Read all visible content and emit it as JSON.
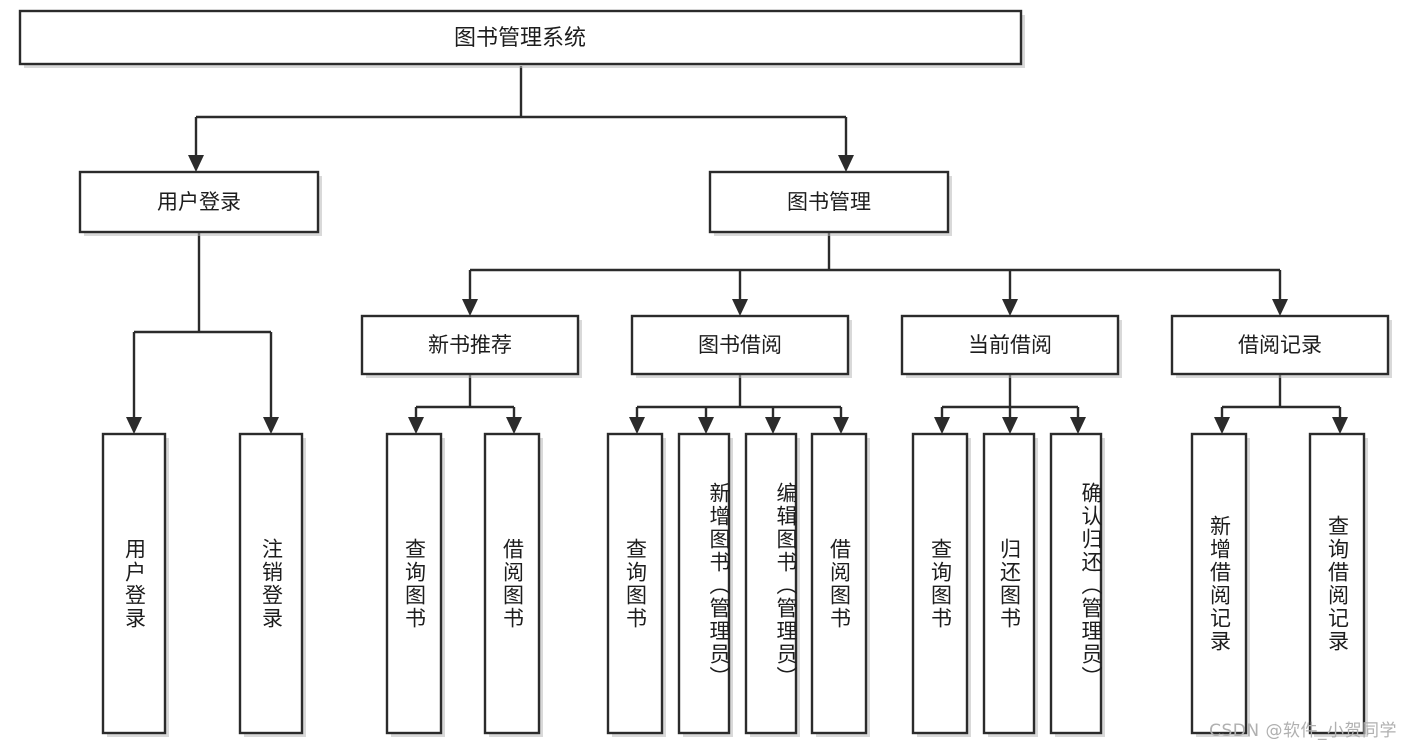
{
  "diagram": {
    "type": "hierarchy-tree",
    "title": "图书管理系统",
    "watermark": "CSDN @软件_小贺同学",
    "colors": {
      "box_stroke": "#2b2b2b",
      "box_fill": "#ffffff",
      "text": "#1d1d1d",
      "watermark": "#b0b0b0",
      "background": "#ffffff"
    },
    "root": {
      "label": "图书管理系统"
    },
    "level2": [
      {
        "label": "用户登录"
      },
      {
        "label": "图书管理"
      }
    ],
    "level3": [
      {
        "label": "新书推荐"
      },
      {
        "label": "图书借阅"
      },
      {
        "label": "当前借阅"
      },
      {
        "label": "借阅记录"
      }
    ],
    "leaves": {
      "user_login": [
        {
          "label": "用户登录"
        },
        {
          "label": "注销登录"
        }
      ],
      "new_book_recommend": [
        {
          "label": "查询图书"
        },
        {
          "label": "借阅图书"
        }
      ],
      "book_borrow": [
        {
          "label": "查询图书"
        },
        {
          "label": "新增图书（管理员）"
        },
        {
          "label": "编辑图书（管理员）"
        },
        {
          "label": "借阅图书"
        }
      ],
      "current_borrow": [
        {
          "label": "查询图书"
        },
        {
          "label": "归还图书"
        },
        {
          "label": "确认归还（管理员）"
        }
      ],
      "borrow_record": [
        {
          "label": "新增借阅记录"
        },
        {
          "label": "查询借阅记录"
        }
      ]
    }
  }
}
